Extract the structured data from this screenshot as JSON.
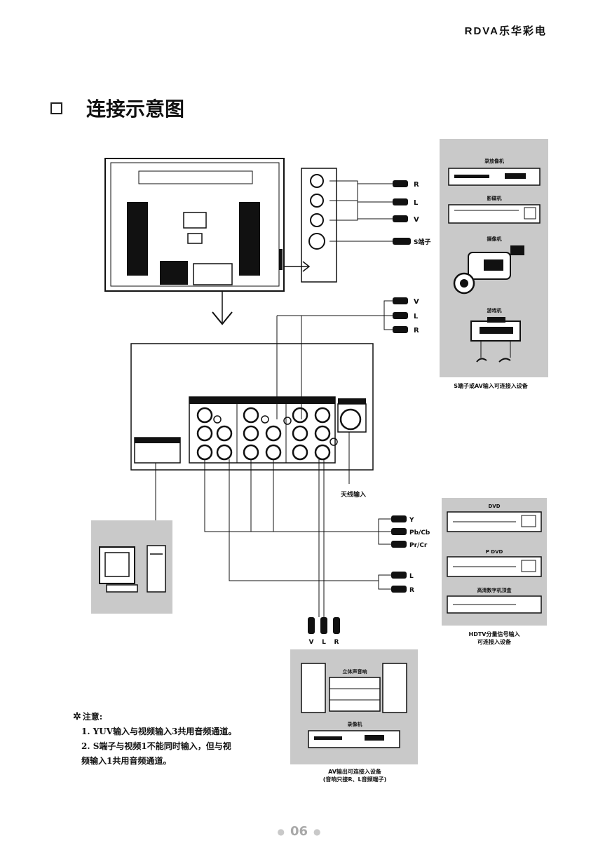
{
  "brand": "RDVA乐华彩电",
  "heading": "连接示意图",
  "input_panel_labels": [
    "R",
    "L",
    "V",
    "S端子"
  ],
  "av_out_labels": [
    "V",
    "L",
    "R"
  ],
  "device_group_top": {
    "devices": [
      "录放像机",
      "影碟机",
      "摄像机",
      "游戏机"
    ],
    "caption": "S端子或AV输入可连接入设备"
  },
  "antenna_label": "天线输入",
  "component_labels": [
    "Y",
    "Pb/Cb",
    "Pr/Cr",
    "L",
    "R"
  ],
  "device_group_right": {
    "devices": [
      "DVD",
      "P DVD",
      "高清数字机顶盒"
    ],
    "caption_line1": "HDTV分量信号输入",
    "caption_line2": "可连接入设备"
  },
  "rca_labels": [
    "V",
    "L",
    "R"
  ],
  "device_group_bottom": {
    "devices": [
      "立体声音响",
      "录像机"
    ],
    "caption_line1": "AV输出可连接入设备",
    "caption_line2": "(音响只接R、L音频端子)"
  },
  "note": {
    "title": "注意:",
    "line1": "1. YUV输入与视频输入3共用音频通道。",
    "line2": "2. S端子与视频1不能同时输入，但与视",
    "line3": "频输入1共用音频通道。"
  },
  "page_number": "06",
  "colors": {
    "panel_gray": "#c9c9c9",
    "ink": "#111111"
  },
  "icons": [
    "lightbulb-icon",
    "arrow-down-icon",
    "arrow-right-icon"
  ]
}
